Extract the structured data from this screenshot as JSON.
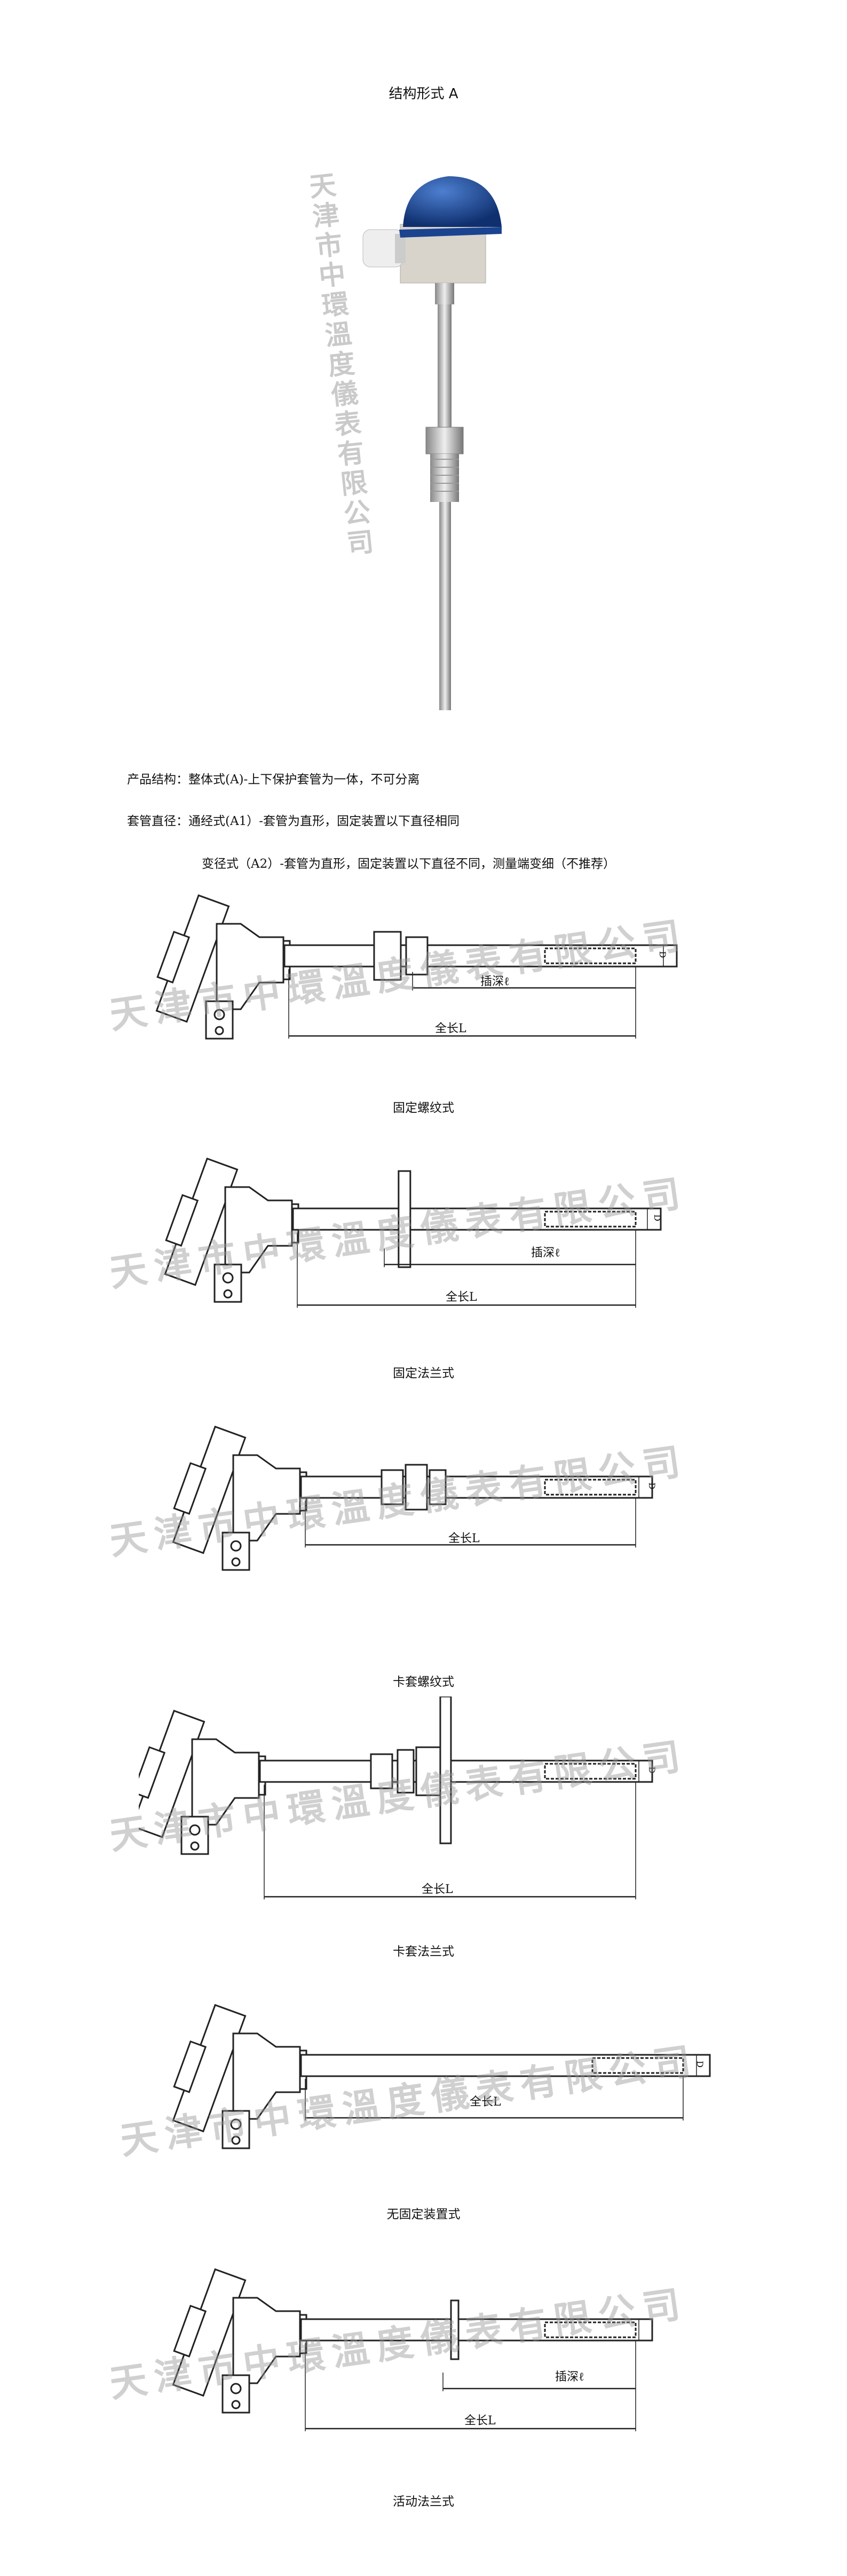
{
  "title": "结构形式 A",
  "watermark": "天津市中環溫度儀表有限公司",
  "description": {
    "line1": "产品结构：整体式(A)-上下保护套管为一体，不可分离",
    "line2": "套管直径：通经式(A1）-套管为直形，固定装置以下直径相同",
    "line3": "变径式（A2）-套管为直形，固定装置以下直径不同，测量端变细（不推荐）"
  },
  "labels": {
    "insert": "插深ℓ",
    "total": "全长L",
    "diameter": "D"
  },
  "diagrams": [
    {
      "caption": "固定螺纹式"
    },
    {
      "caption": "固定法兰式"
    },
    {
      "caption": "卡套螺纹式"
    },
    {
      "caption": "卡套法兰式"
    },
    {
      "caption": "无固定装置式"
    },
    {
      "caption": "活动法兰式"
    }
  ],
  "colors": {
    "cap_blue": "#1f4f9e",
    "line": "#222222"
  }
}
